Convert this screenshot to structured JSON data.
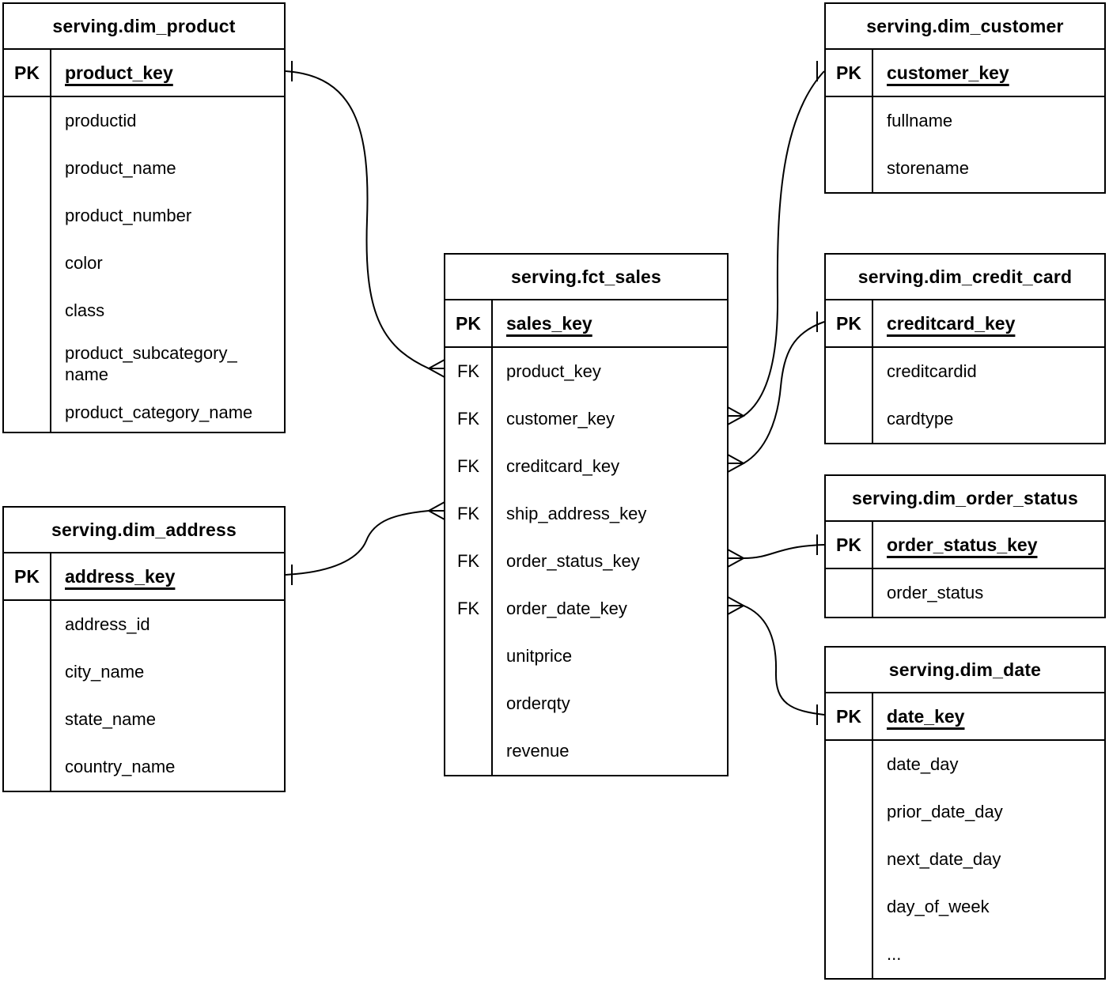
{
  "labels": {
    "pk": "PK",
    "fk": "FK"
  },
  "tables": {
    "dim_product": {
      "title": "serving.dim_product",
      "pk": "product_key",
      "fields": [
        "productid",
        "product_name",
        "product_number",
        "color",
        "class",
        "product_subcategory_ name",
        "product_category_name"
      ]
    },
    "dim_customer": {
      "title": "serving.dim_customer",
      "pk": "customer_key",
      "fields": [
        "fullname",
        "storename"
      ]
    },
    "fct_sales": {
      "title": "serving.fct_sales",
      "pk": "sales_key",
      "fk_fields": [
        "product_key",
        "customer_key",
        "creditcard_key",
        "ship_address_key",
        "order_status_key",
        "order_date_key"
      ],
      "measures": [
        "unitprice",
        "orderqty",
        "revenue"
      ]
    },
    "dim_credit_card": {
      "title": "serving.dim_credit_card",
      "pk": "creditcard_key",
      "fields": [
        "creditcardid",
        "cardtype"
      ]
    },
    "dim_order_status": {
      "title": "serving.dim_order_status",
      "pk": "order_status_key",
      "fields": [
        "order_status"
      ]
    },
    "dim_date": {
      "title": "serving.dim_date",
      "pk": "date_key",
      "fields": [
        "date_day",
        "prior_date_day",
        "next_date_day",
        "day_of_week",
        "..."
      ]
    },
    "dim_address": {
      "title": "serving.dim_address",
      "pk": "address_key",
      "fields": [
        "address_id",
        "city_name",
        "state_name",
        "country_name"
      ]
    }
  },
  "relationships": [
    {
      "from": "serving.fct_sales.product_key",
      "to": "serving.dim_product.product_key",
      "cardinality": "many-to-one"
    },
    {
      "from": "serving.fct_sales.customer_key",
      "to": "serving.dim_customer.customer_key",
      "cardinality": "many-to-one"
    },
    {
      "from": "serving.fct_sales.creditcard_key",
      "to": "serving.dim_credit_card.creditcard_key",
      "cardinality": "many-to-one"
    },
    {
      "from": "serving.fct_sales.ship_address_key",
      "to": "serving.dim_address.address_key",
      "cardinality": "many-to-one"
    },
    {
      "from": "serving.fct_sales.order_status_key",
      "to": "serving.dim_order_status.order_status_key",
      "cardinality": "many-to-one"
    },
    {
      "from": "serving.fct_sales.order_date_key",
      "to": "serving.dim_date.date_key",
      "cardinality": "many-to-one"
    }
  ]
}
